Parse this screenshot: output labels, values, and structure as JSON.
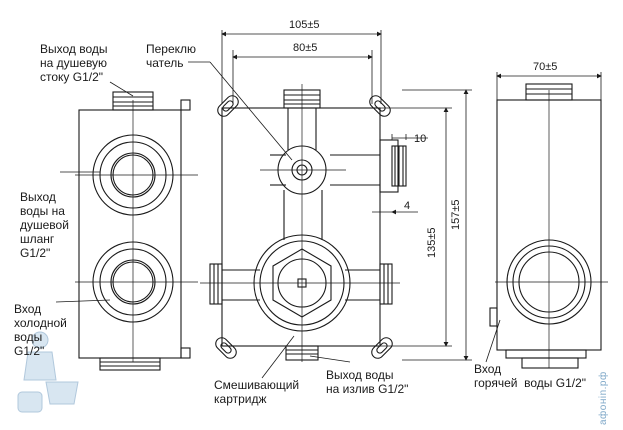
{
  "labels": {
    "shower_rod_outlet": "Выход воды\nна душевую\nстоку G1/2\"",
    "switch": "Переклю\nчатель",
    "shower_hose_outlet": "Выход\nводы на\nдушевой\nшланг\nG1/2\"",
    "cold_inlet": "Вход\nхолодной\nводы\nG1/2\"",
    "mixing_cartridge": "Смешивающий\nкартридж",
    "spout_outlet": "Выход воды\nна излив G1/2\"",
    "hot_inlet": "Вход\nгорячей  воды G1/2\""
  },
  "dimensions": {
    "d105": "105±5",
    "d80": "80±5",
    "d70": "70±5",
    "d10": "10",
    "d4": "4",
    "d135": "135±5",
    "d157": "157±5"
  },
  "watermark": "aфoнin.рф",
  "colors": {
    "line": "#1a1a1a",
    "watermark": "#7fa8c8"
  }
}
